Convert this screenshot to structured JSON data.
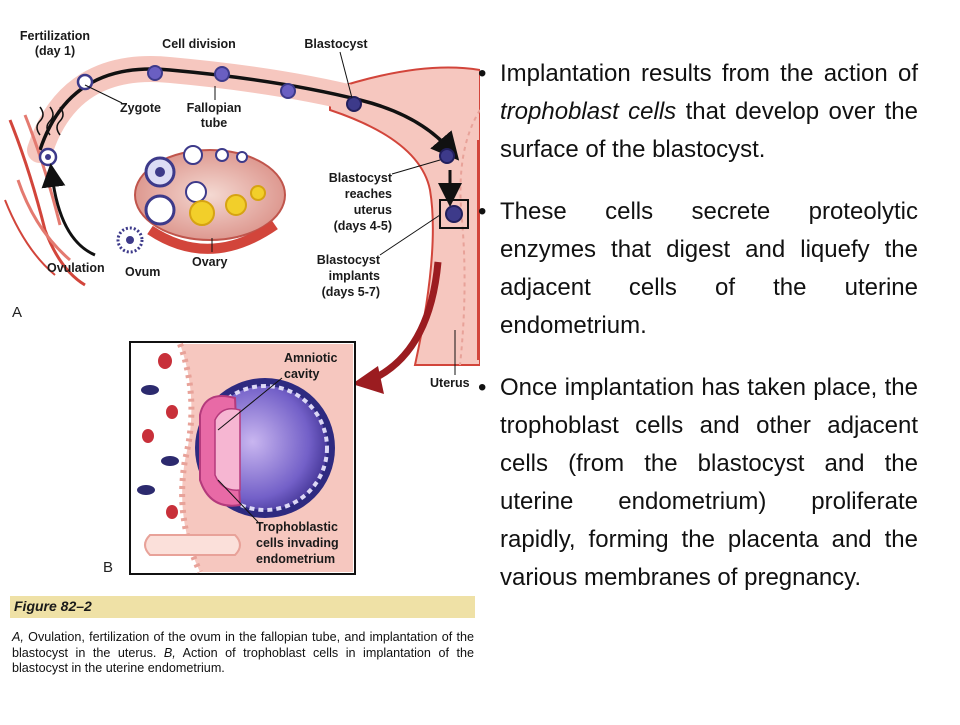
{
  "figure": {
    "labels": {
      "fertilization": "Fertilization",
      "fertilization_day": "(day 1)",
      "cell_division": "Cell division",
      "blastocyst": "Blastocyst",
      "zygote": "Zygote",
      "fallopian": "Fallopian",
      "tube": "tube",
      "blastocyst_reaches_1": "Blastocyst",
      "blastocyst_reaches_2": "reaches",
      "blastocyst_reaches_3": "uterus",
      "blastocyst_reaches_4": "(days 4-5)",
      "blastocyst_implants_1": "Blastocyst",
      "blastocyst_implants_2": "implants",
      "blastocyst_implants_3": "(days 5-7)",
      "ovulation": "Ovulation",
      "ovum": "Ovum",
      "ovary": "Ovary",
      "uterus": "Uterus",
      "panel_a": "A",
      "panel_b": "B",
      "amniotic_1": "Amniotic",
      "amniotic_2": "cavity",
      "tropho_1": "Trophoblastic",
      "tropho_2": "cells invading",
      "tropho_3": "endometrium"
    },
    "title": "Figure 82–2",
    "caption_part1": "A,",
    "caption_part2": " Ovulation, fertilization of the ovum in the fallopian tube, and implantation of the blastocyst in the uterus. ",
    "caption_part3": "B,",
    "caption_part4": " Action of trophoblast cells in implantation of the blastocyst in the uterine endometrium."
  },
  "bullets": [
    {
      "marker": "•",
      "before": "Implantation results from the action of ",
      "italic": "trophoblast cells",
      "after": " that develop over the surface of the blastocyst."
    },
    {
      "marker": "•",
      "before": "These cells secrete proteolytic enzymes that digest and liquefy the adjacent cells of the uterine endometrium.",
      "italic": "",
      "after": ""
    },
    {
      "marker": "•",
      "before": "Once implantation has taken place, the trophoblast cells and other adjacent cells (from the blastocyst and the uterine endometrium) proliferate rapidly, forming the placenta and the various membranes of pregnancy.",
      "italic": "",
      "after": ""
    }
  ],
  "colors": {
    "tissue_pink": "#f6c7bf",
    "tissue_red": "#d2453b",
    "cell_purple": "#3d3a8a",
    "yolk_yellow": "#f2cf2a",
    "title_bar": "#efe1a6",
    "arrow_red": "#9b1c20"
  }
}
